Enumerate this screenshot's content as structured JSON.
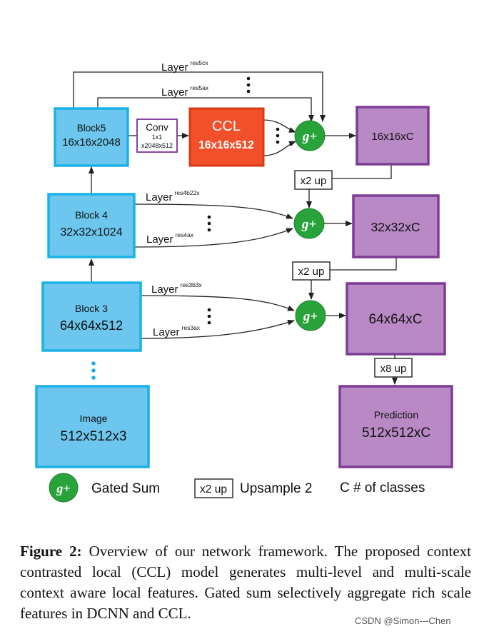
{
  "colors": {
    "block_fill": "#6cc6ee",
    "block_border": "#1ab2e6",
    "ccl_fill": "#f1502a",
    "ccl_border": "#d63b14",
    "output_fill": "#b889c5",
    "output_border": "#7d3a96",
    "gate_fill": "#27a33a",
    "conv_border": "#7a2f97",
    "line": "#222222"
  },
  "blocks": {
    "block5": {
      "title": "Block5",
      "size": "16x16x2048"
    },
    "block4": {
      "title": "Block 4",
      "size": "32x32x1024"
    },
    "block3": {
      "title": "Block 3",
      "size": "64x64x512"
    },
    "image": {
      "title": "Image",
      "size": "512x512x3"
    }
  },
  "conv": {
    "title": "Conv",
    "kernel": "1x1",
    "shape": "x2048x512"
  },
  "ccl": {
    "title": "CCL",
    "size": "16x16x512"
  },
  "layers": {
    "res5cx": {
      "prefix": "Layer",
      "sup": "res5cx"
    },
    "res5ax": {
      "prefix": "Layer",
      "sup": "res5ax"
    },
    "res4b22x": {
      "prefix": "Layer",
      "sup": "res4b22x"
    },
    "res4ax": {
      "prefix": "Layer",
      "sup": "res4ax"
    },
    "res3b3x": {
      "prefix": "Layer",
      "sup": "res3b3x"
    },
    "res3ax": {
      "prefix": "Layer",
      "sup": "res3ax"
    }
  },
  "gate_symbol": "g+",
  "outputs": {
    "out16": "16x16xC",
    "out32": "32x32xC",
    "out64": "64x64xC",
    "prediction": {
      "title": "Prediction",
      "size": "512x512xC"
    }
  },
  "upsample": {
    "x2_a": "x2 up",
    "x2_b": "x2 up",
    "x8": "x8 up"
  },
  "legend": {
    "gate_label": "Gated Sum",
    "upsample_box": "x2 up",
    "upsample_label": "Upsample 2",
    "classes_label": "C # of classes"
  },
  "caption": {
    "label": "Figure 2:",
    "text": " Overview of our network framework.  The proposed context contrasted local (CCL) model generates multi-level and multi-scale context aware local features.  Gated sum selectively aggregate rich scale features in DCNN and CCL."
  },
  "watermark": "CSDN @Simon---Chen"
}
